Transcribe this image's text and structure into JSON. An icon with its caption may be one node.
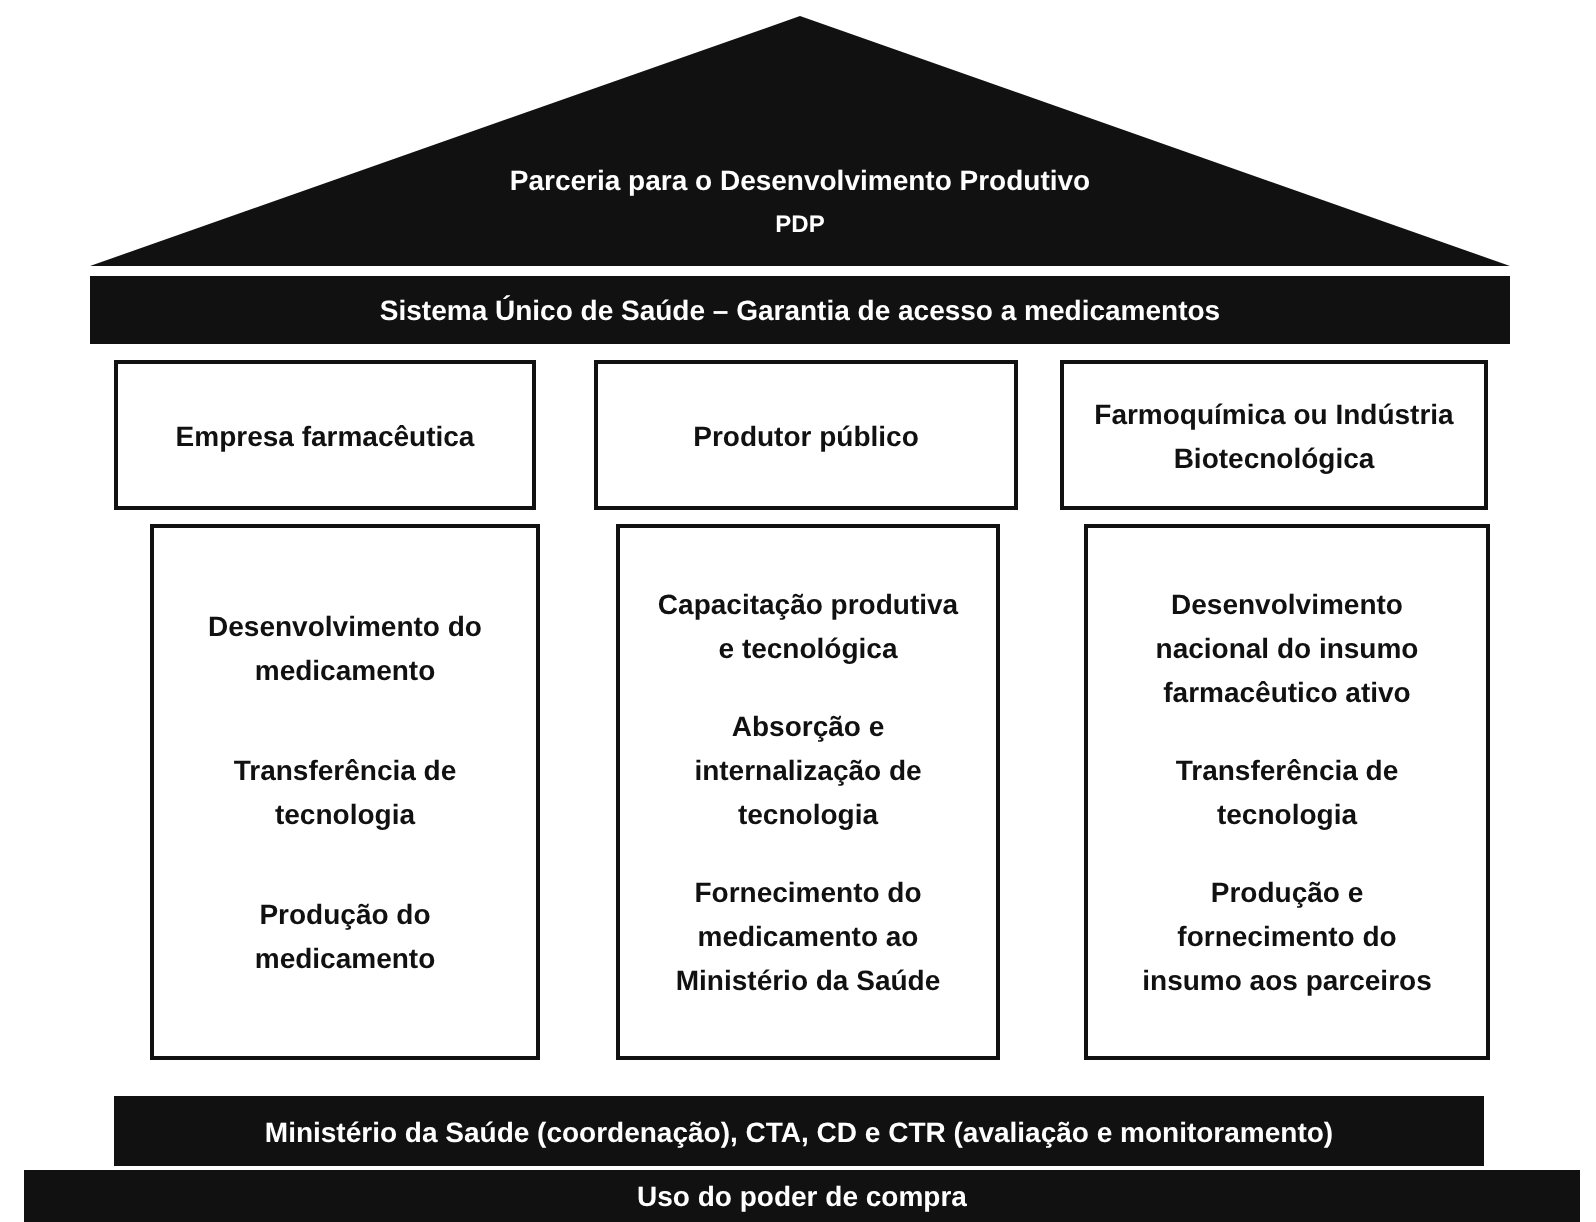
{
  "diagram": {
    "nodes": [
      {
        "text": [
          "Parceria para o Desenvolvimento Produtivo",
          "PDP"
        ]
      },
      {
        "text": [
          "Sistema Único de Saúde – Garantia de acesso a medicamentos"
        ]
      },
      {
        "text": [
          "Empresa farmacêutica"
        ]
      },
      {
        "text": [
          "Produtor público"
        ]
      },
      {
        "text": [
          "Farmoquímica ou Indústria Biotecnológica"
        ]
      },
      {
        "text": [
          "Desenvolvimento do medicamento",
          "Transferência de tecnologia",
          "Produção do medicamento"
        ]
      },
      {
        "text": [
          "Capacitação produtiva e tecnológica",
          "Absorção e internalização de tecnologia",
          "Fornecimento do medicamento ao Ministério da Saúde"
        ]
      },
      {
        "text": [
          "Desenvolvimento nacional do insumo farmacêutico ativo",
          "Transferência de tecnologia",
          "Produção e fornecimento do insumo aos parceiros"
        ]
      },
      {
        "text": [
          "Ministério da Saúde (coordenação), CTA, CD e CTR (avaliação e monitoramento)"
        ]
      },
      {
        "text": [
          "Uso do poder de compra"
        ]
      }
    ]
  }
}
